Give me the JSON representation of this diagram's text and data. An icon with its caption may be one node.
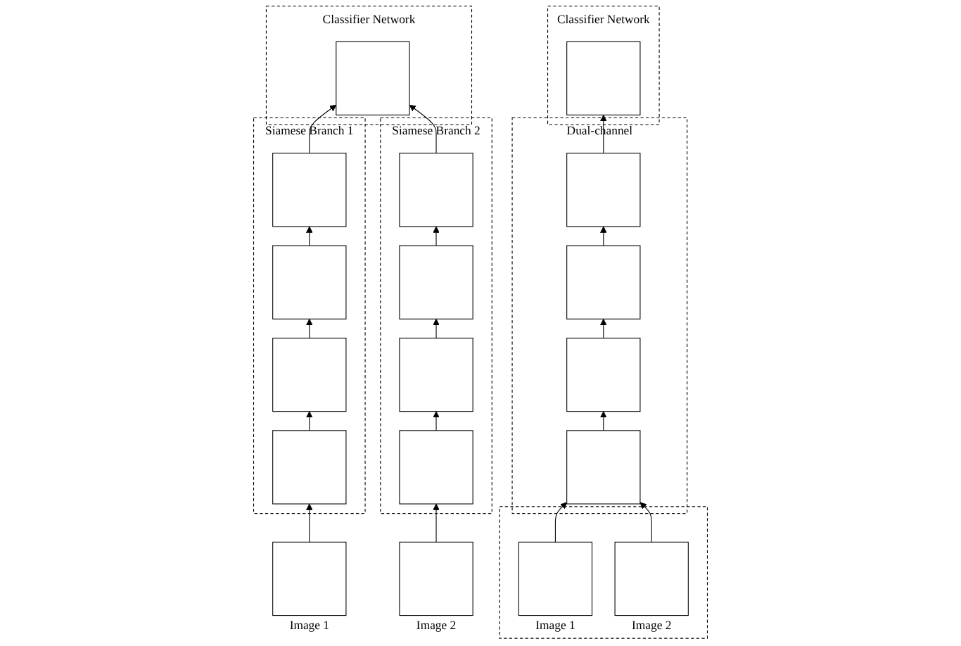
{
  "diagram": {
    "nodes": [
      {
        "text": [
          "Classifier Network"
        ]
      },
      {
        "text": [],
        "shape": "box",
        "in": 0
      },
      {
        "text": [
          "Dual-channel"
        ]
      },
      {
        "text": [],
        "shape": "box",
        "in": 2
      },
      {
        "text": [],
        "shape": "box",
        "in": 2
      },
      {
        "text": [],
        "shape": "box",
        "in": 2
      },
      {
        "text": [],
        "shape": "box",
        "in": 2
      },
      {
        "text": [],
        "shape": "box"
      },
      {
        "text": [],
        "shape": "box",
        "in": 7,
        "beside": [
          "Image 1"
        ]
      },
      {
        "text": [],
        "shape": "box",
        "in": 7,
        "beside": [
          "Image 2"
        ]
      },
      {
        "text": [
          "Classifier Network"
        ]
      },
      {
        "text": [],
        "shape": "box",
        "in": 10
      },
      {
        "text": [
          "Siamese Branch 1"
        ]
      },
      {
        "text": [],
        "shape": "box",
        "in": 12
      },
      {
        "text": [],
        "shape": "box",
        "in": 12
      },
      {
        "text": [],
        "shape": "box",
        "in": 12
      },
      {
        "text": [],
        "shape": "box",
        "in": 12
      },
      {
        "text": [
          "Siamese Branch 2"
        ]
      },
      {
        "text": [],
        "shape": "box",
        "in": 17
      },
      {
        "text": [],
        "shape": "box",
        "in": 17
      },
      {
        "text": [],
        "shape": "box",
        "in": 17
      },
      {
        "text": [],
        "shape": "box",
        "in": 17
      },
      {
        "text": [],
        "shape": "box",
        "beside": [
          "Image 1"
        ]
      },
      {
        "text": [],
        "shape": "box",
        "beside": [
          "Image 2"
        ]
      }
    ],
    "edges": [
      {
        "from": 8,
        "to": 6,
        "arrow": "to"
      },
      {
        "from": 9,
        "to": 6,
        "arrow": "to"
      },
      {
        "from": 6,
        "to": 5,
        "arrow": "to"
      },
      {
        "from": 5,
        "to": 4,
        "arrow": "to"
      },
      {
        "from": 4,
        "to": 3,
        "arrow": "to"
      },
      {
        "from": 3,
        "to": 1,
        "arrow": "to"
      },
      {
        "from": 22,
        "to": 16,
        "arrow": "to"
      },
      {
        "from": 16,
        "to": 15,
        "arrow": "to"
      },
      {
        "from": 15,
        "to": 14,
        "arrow": "to"
      },
      {
        "from": 14,
        "to": 13,
        "arrow": "to"
      },
      {
        "from": 13,
        "to": 11,
        "arrow": "to"
      },
      {
        "from": 18,
        "to": 11,
        "arrow": "to"
      },
      {
        "from": 23,
        "to": 21,
        "arrow": "to"
      },
      {
        "from": 21,
        "to": 20,
        "arrow": "to"
      },
      {
        "from": 20,
        "to": 19,
        "arrow": "to"
      },
      {
        "from": 19,
        "to": 18,
        "arrow": "to"
      }
    ]
  }
}
